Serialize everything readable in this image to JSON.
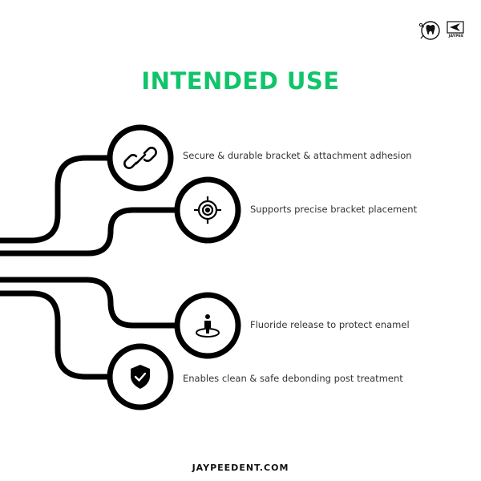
{
  "header": {
    "title": "INTENDED USE",
    "title_color": "#10c46a",
    "logo": {
      "tooth_icon": "tooth-icon",
      "brand_icon": "triangle-mark-icon",
      "caption": "JAYPEE"
    }
  },
  "items": [
    {
      "label": "Secure & durable bracket & attachment adhesion",
      "icon": "link-icon"
    },
    {
      "label": "Supports precise bracket placement",
      "icon": "target-icon"
    },
    {
      "label": "Fluoride release to protect enamel",
      "icon": "person-standing-icon"
    },
    {
      "label": "Enables clean & safe debonding post treatment",
      "icon": "shield-check-icon"
    }
  ],
  "footer": {
    "website": "JAYPEEDENT.COM"
  }
}
